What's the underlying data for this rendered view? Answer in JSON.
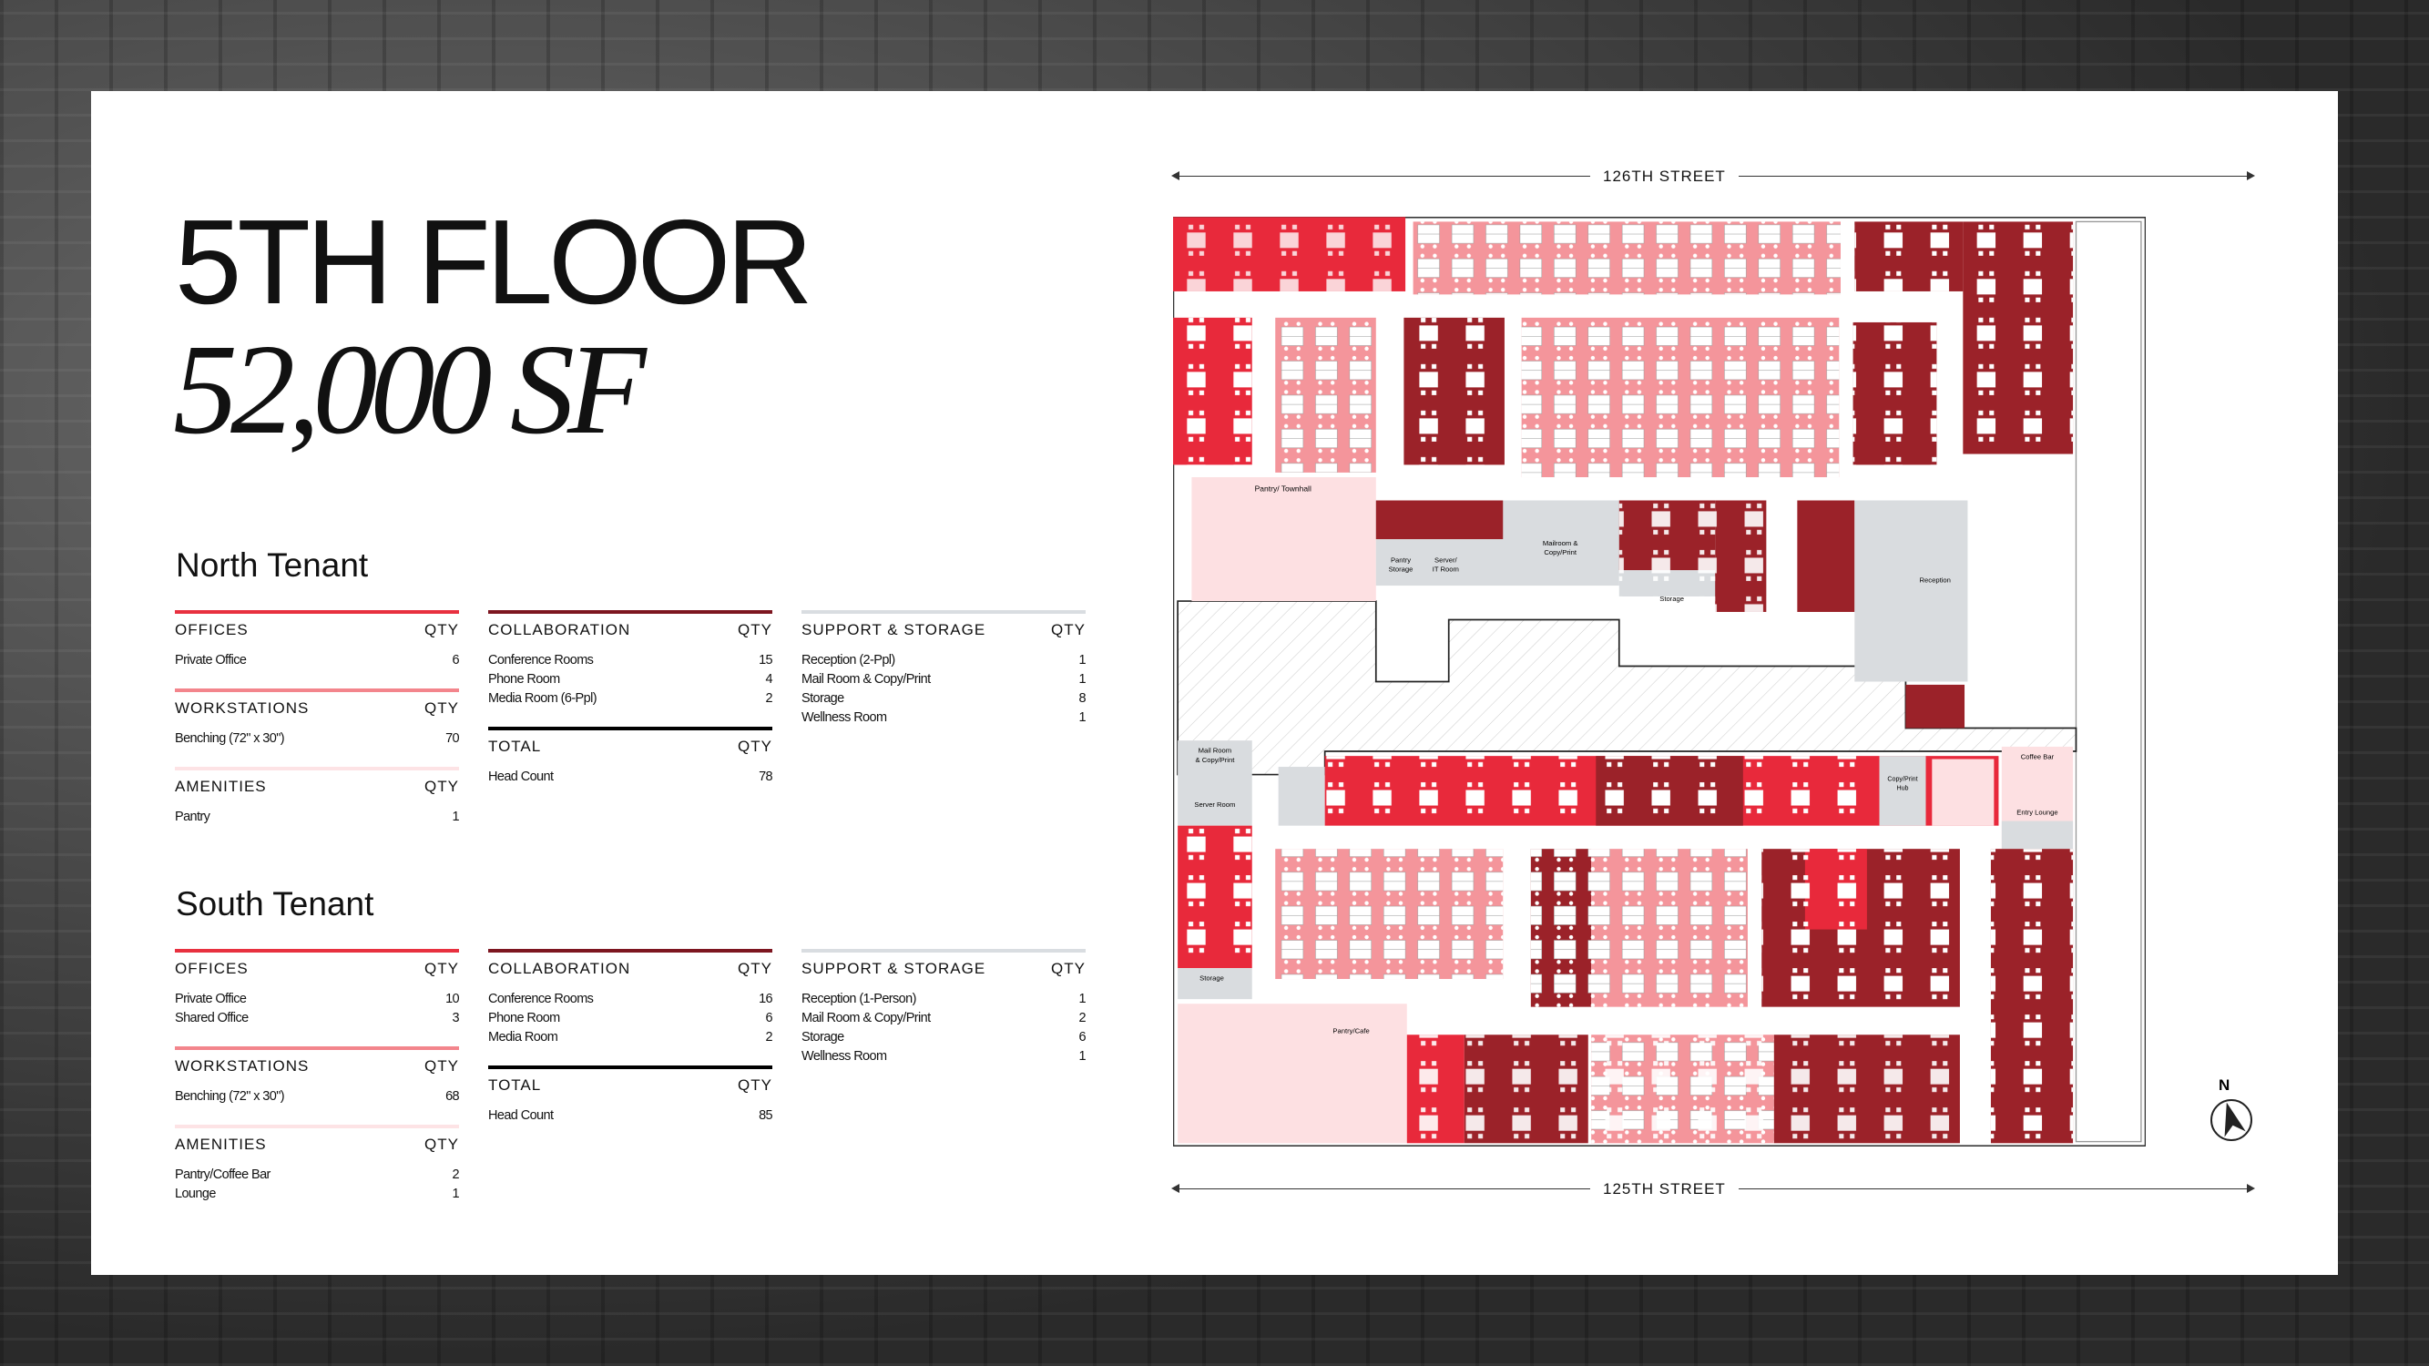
{
  "header": {
    "title": "5TH FLOOR",
    "area": "52,000 SF"
  },
  "colors": {
    "office": "#e8293b",
    "workstation": "#f4959b",
    "amenity": "#fde0e2",
    "collaboration": "#9b2229",
    "support": "#d9dcdf",
    "total": "#000000"
  },
  "north": {
    "title": "North Tenant",
    "columns": [
      [
        {
          "label": "OFFICES",
          "qty_label": "QTY",
          "color": "#e8303f",
          "rows": [
            [
              "Private Office",
              "6"
            ]
          ]
        },
        {
          "label": "WORKSTATIONS",
          "qty_label": "QTY",
          "color": "#f3858c",
          "rows": [
            [
              "Benching (72\" x 30\")",
              "70"
            ]
          ]
        },
        {
          "label": "AMENITIES",
          "qty_label": "QTY",
          "color": "#fde3e5",
          "rows": [
            [
              "Pantry",
              "1"
            ]
          ]
        }
      ],
      [
        {
          "label": "COLLABORATION",
          "qty_label": "QTY",
          "color": "#7d1620",
          "rows": [
            [
              "Conference Rooms",
              "15"
            ],
            [
              "Phone Room",
              "4"
            ],
            [
              "Media Room (6-Ppl)",
              "2"
            ]
          ]
        },
        {
          "label": "TOTAL",
          "qty_label": "QTY",
          "color": "#000000",
          "rows": [
            [
              "Head Count",
              "78"
            ]
          ]
        }
      ],
      [
        {
          "label": "SUPPORT & STORAGE",
          "qty_label": "QTY",
          "color": "#d9dde1",
          "rows": [
            [
              "Reception (2-Ppl)",
              "1"
            ],
            [
              "Mail Room & Copy/Print",
              "1"
            ],
            [
              "Storage",
              "8"
            ],
            [
              "Wellness Room",
              "1"
            ]
          ]
        }
      ]
    ]
  },
  "south": {
    "title": "South Tenant",
    "columns": [
      [
        {
          "label": "OFFICES",
          "qty_label": "QTY",
          "color": "#e8303f",
          "rows": [
            [
              "Private Office",
              "10"
            ],
            [
              "Shared Office",
              "3"
            ]
          ]
        },
        {
          "label": "WORKSTATIONS",
          "qty_label": "QTY",
          "color": "#f3858c",
          "rows": [
            [
              "Benching (72\" x 30\")",
              "68"
            ]
          ]
        },
        {
          "label": "AMENITIES",
          "qty_label": "QTY",
          "color": "#fde3e5",
          "rows": [
            [
              "Pantry/Coffee Bar",
              "2"
            ],
            [
              "Lounge",
              "1"
            ]
          ]
        }
      ],
      [
        {
          "label": "COLLABORATION",
          "qty_label": "QTY",
          "color": "#7d1620",
          "rows": [
            [
              "Conference Rooms",
              "16"
            ],
            [
              "Phone Room",
              "6"
            ],
            [
              "Media Room",
              "2"
            ]
          ]
        },
        {
          "label": "TOTAL",
          "qty_label": "QTY",
          "color": "#000000",
          "rows": [
            [
              "Head Count",
              "85"
            ]
          ]
        }
      ],
      [
        {
          "label": "SUPPORT & STORAGE",
          "qty_label": "QTY",
          "color": "#d9dde1",
          "rows": [
            [
              "Reception (1-Person)",
              "1"
            ],
            [
              "Mail Room & Copy/Print",
              "2"
            ],
            [
              "Storage",
              "6"
            ],
            [
              "Wellness Room",
              "1"
            ]
          ]
        }
      ]
    ]
  },
  "plan": {
    "street_north": "126TH STREET",
    "street_south": "125TH STREET",
    "compass": "N",
    "labels": {
      "pantry_townhall": "Pantry/ Townhall",
      "pantry_storage": [
        "Pantry",
        "Storage"
      ],
      "server_it": [
        "Server/",
        "IT Room"
      ],
      "mailroom_north": [
        "Mailroom &",
        "Copy/Print"
      ],
      "storage_north": "Storage",
      "reception": "Reception",
      "mailroom_south": [
        "Mail Room",
        "& Copy/Print"
      ],
      "server_room": "Server Room",
      "copy_hub": [
        "Copy/Print",
        "Hub"
      ],
      "coffee_bar": "Coffee Bar",
      "entry_lounge": "Entry Lounge",
      "storage_south": "Storage",
      "pantry_cafe": "Pantry/Cafe"
    }
  }
}
